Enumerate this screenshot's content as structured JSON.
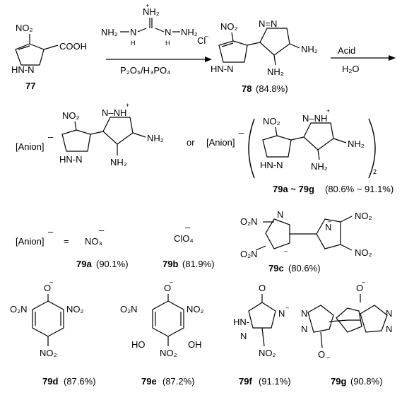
{
  "labels": {
    "no2": "O₂N",
    "no2r": "NO₂",
    "nh2": "NH₂",
    "nh": "NH",
    "hn": "HN",
    "hnn": "HN-N",
    "hn_dash": "HN-",
    "cooh": "COOH",
    "n": "N",
    "o": "O",
    "oh": "OH",
    "ho": "HO",
    "h": "H",
    "cl": "Cl",
    "plus": "+",
    "minus": "–",
    "nn": "N=N",
    "nnh": "N–NH",
    "nnh2": "N–NH₂",
    "two": "2"
  },
  "reagents": {
    "aminoguanidine": "H₂N–N–C(=NH₂)–N–NH₂",
    "condition1": "P₂O₅/H₃PO₄",
    "acid": "Acid",
    "water": "H₂O"
  },
  "compounds": {
    "c77": "77",
    "c78": "78",
    "c78_yield": "(84.8%)",
    "series": "79a ~ 79g",
    "series_yield": "(80.6% ~ 91.1%)",
    "or": "or",
    "anion": "[Anion]",
    "equals": "=",
    "no3": "NO₃",
    "clo4": "ClO₄",
    "c79a": "79a",
    "c79a_yield": "(90.1%)",
    "c79b": "79b",
    "c79b_yield": "(81.9%)",
    "c79c": "79c",
    "c79c_yield": "(80.6%)",
    "c79d": "79d",
    "c79d_yield": "(87.6%)",
    "c79e": "79e",
    "c79e_yield": "(87.2%)",
    "c79f": "79f",
    "c79f_yield": "(91.1%)",
    "c79g": "79g",
    "c79g_yield": "(90.8%)"
  }
}
